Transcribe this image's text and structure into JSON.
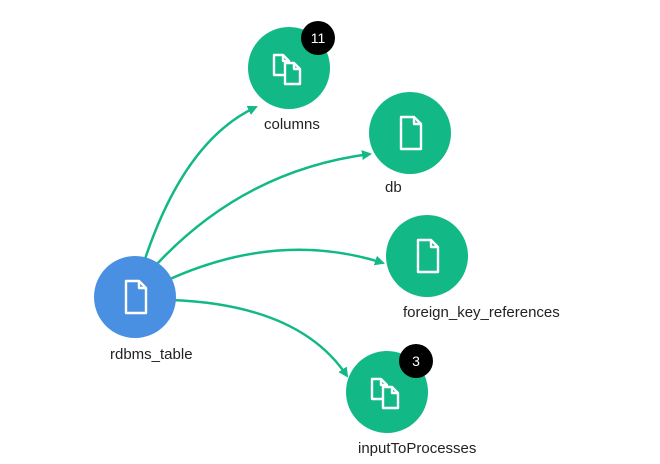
{
  "colors": {
    "root_node": "#4a90e2",
    "child_node": "#12b886",
    "edge": "#12b886",
    "badge": "#000000",
    "icon": "#ffffff"
  },
  "graph": {
    "root": {
      "id": "rdbms_table",
      "label": "rdbms_table",
      "icon": "single-document-icon"
    },
    "children": [
      {
        "id": "columns",
        "label": "columns",
        "icon": "multiple-documents-icon",
        "count": "11"
      },
      {
        "id": "db",
        "label": "db",
        "icon": "single-document-icon"
      },
      {
        "id": "foreign_key_references",
        "label": "foreign_key_references",
        "icon": "single-document-icon"
      },
      {
        "id": "inputToProcesses",
        "label": "inputToProcesses",
        "icon": "multiple-documents-icon",
        "count": "3"
      }
    ]
  }
}
